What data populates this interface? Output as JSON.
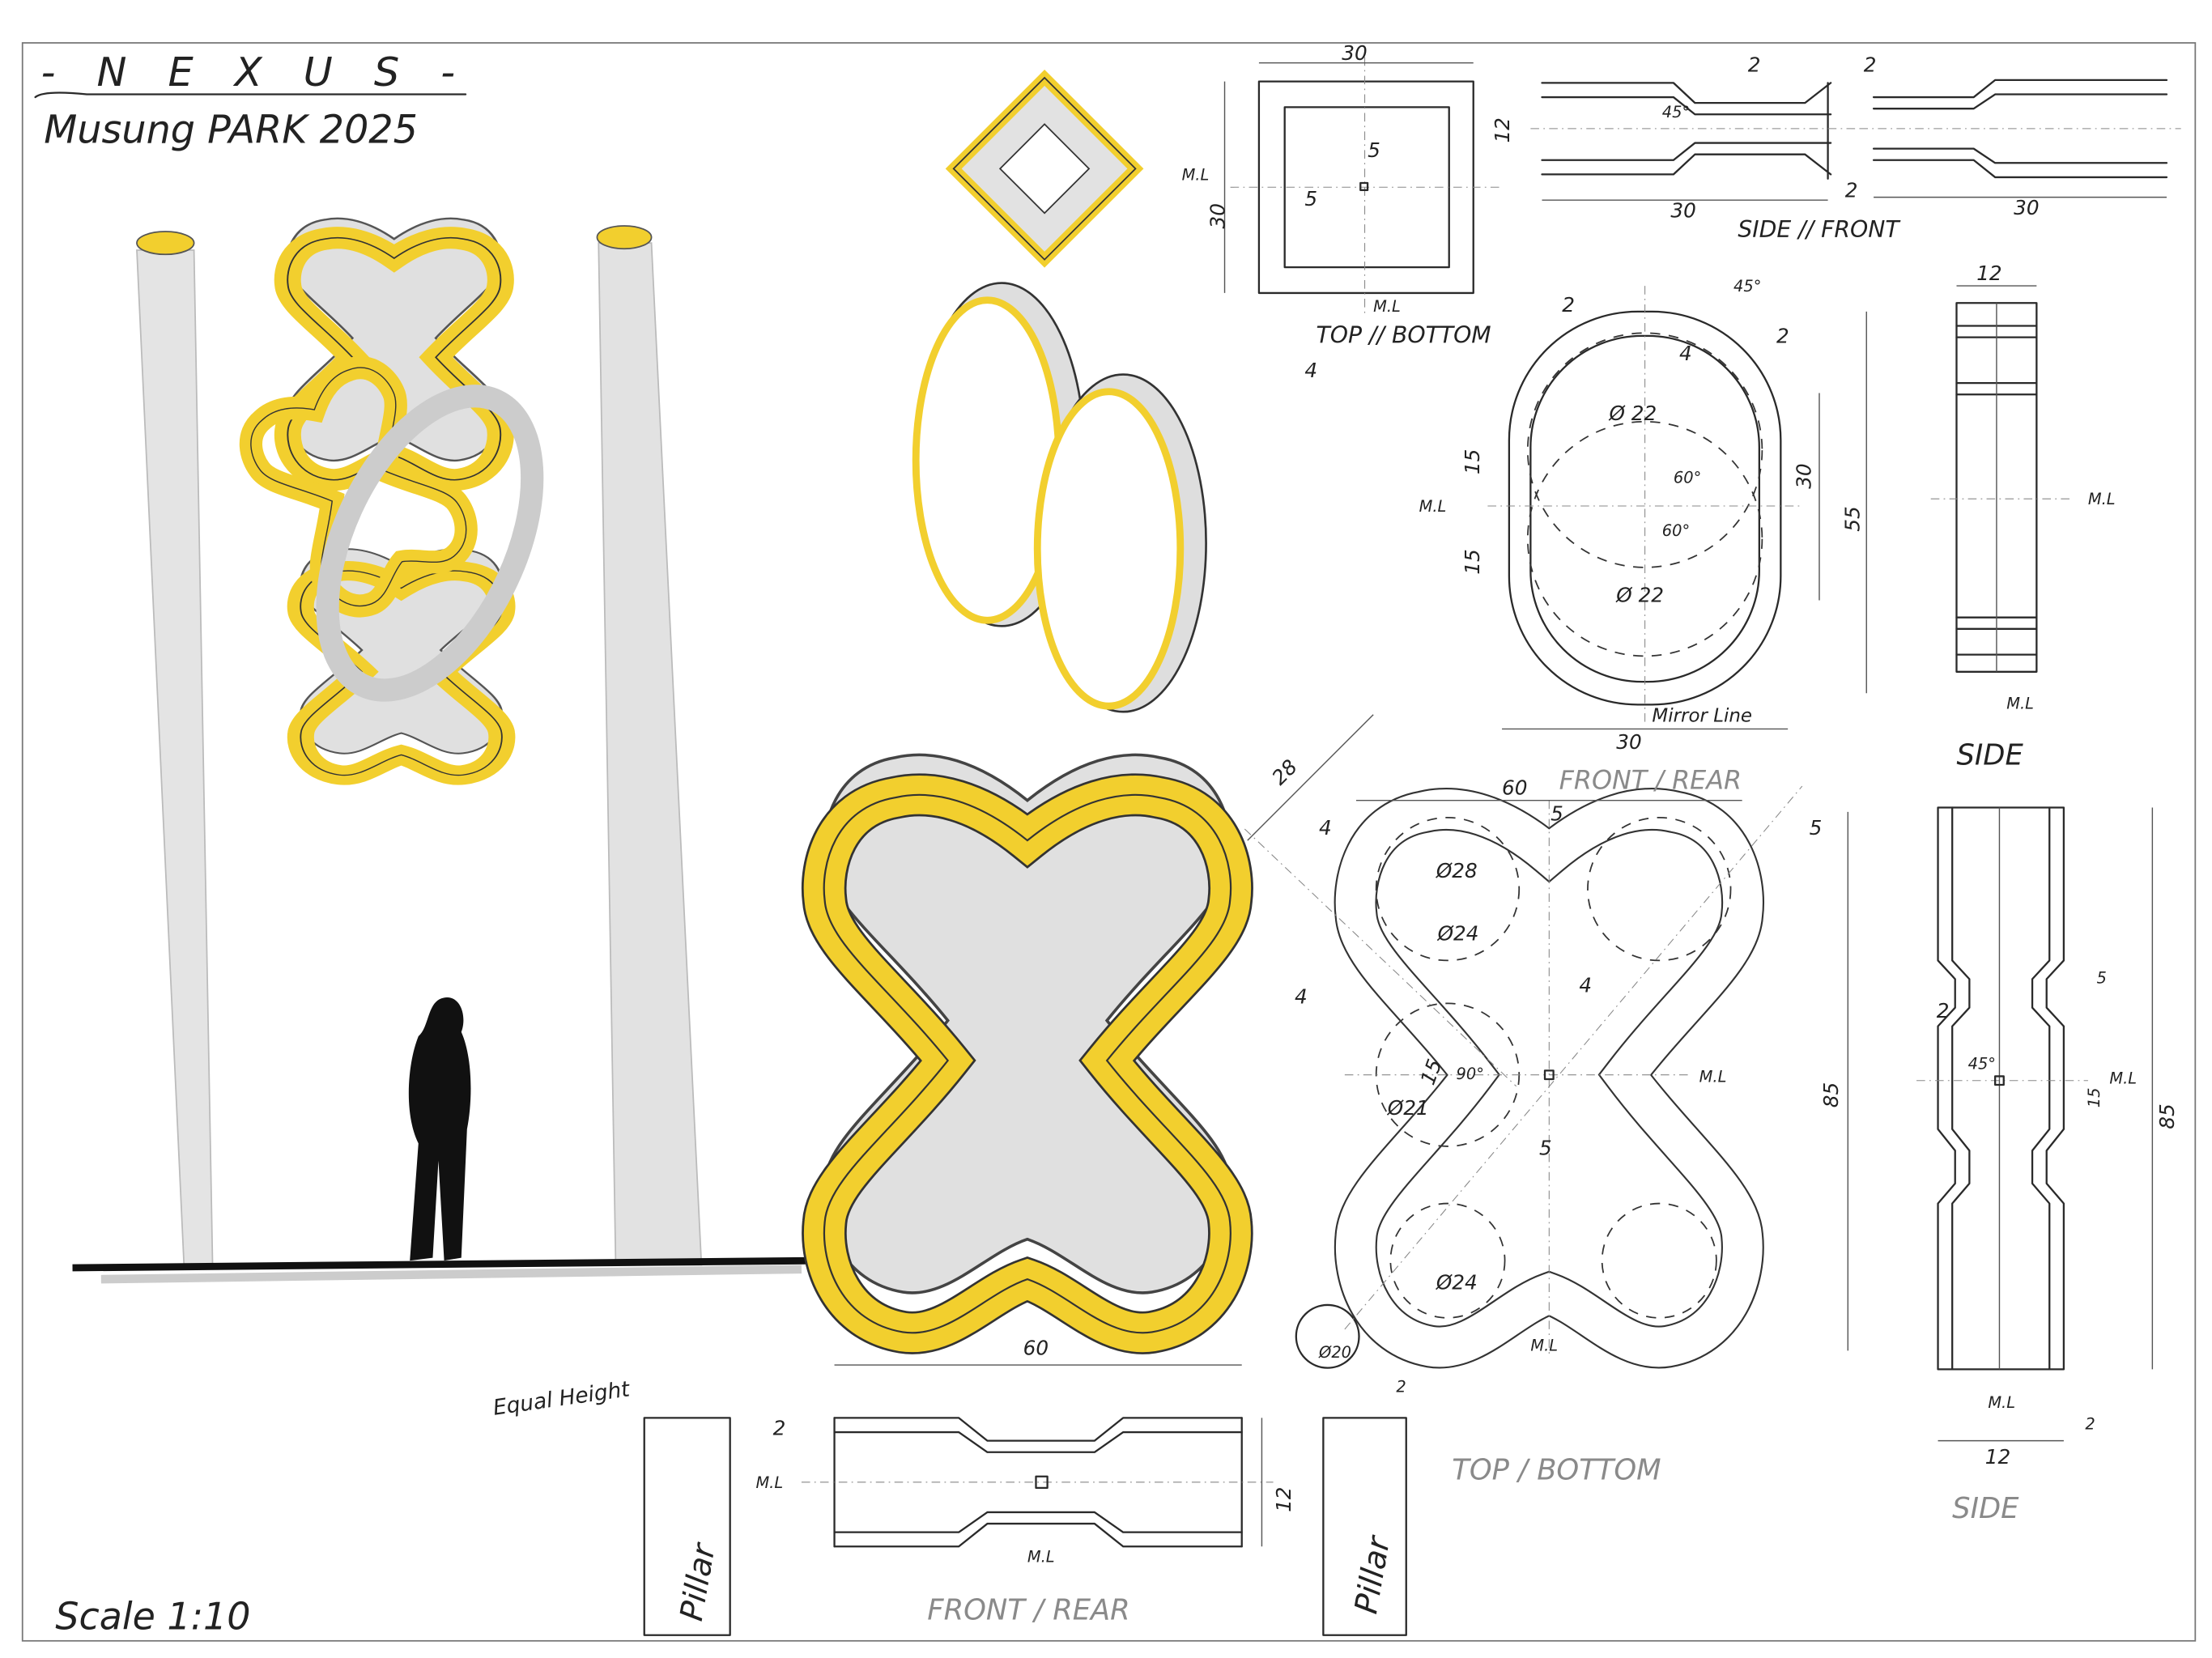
{
  "header": {
    "title": "- N E X U S -",
    "subtitle": "Musung PARK 2025"
  },
  "footer": {
    "scale": "Scale 1:10"
  },
  "labels": {
    "top_bottom_upper": "TOP // BOTTOM",
    "side_front": "SIDE // FRONT",
    "mirror_line": "Mirror Line",
    "side_upper": "SIDE",
    "front_rear_upper": "FRONT / REAR",
    "side_lower": "SIDE",
    "top_bottom_lower": "TOP / BOTTOM",
    "front_rear_lower": "FRONT / REAR",
    "equal_height": "Equal Height",
    "pillar": "Pillar",
    "ml": "M.L"
  },
  "dims": [
    "30",
    "5",
    "5",
    "30",
    "4",
    "2",
    "2",
    "45°",
    "12",
    "2",
    "30",
    "30",
    "2",
    "45°",
    "4",
    "2",
    "Ø 22",
    "60°",
    "15",
    "30",
    "55",
    "60°",
    "15",
    "Ø 22",
    "30",
    "12",
    "28",
    "60",
    "4",
    "5",
    "5",
    "Ø28",
    "Ø24",
    "4",
    "4",
    "15",
    "90°",
    "Ø21",
    "5",
    "85",
    "Ø24",
    "Ø20",
    "5",
    "2",
    "45°",
    "15",
    "85",
    "2",
    "12",
    "60",
    "2",
    "2",
    "12"
  ],
  "colors": {
    "accent_yellow": "#f2cf2e",
    "surface_gray": "#dcdcdc",
    "ink": "#2a2a2a"
  }
}
